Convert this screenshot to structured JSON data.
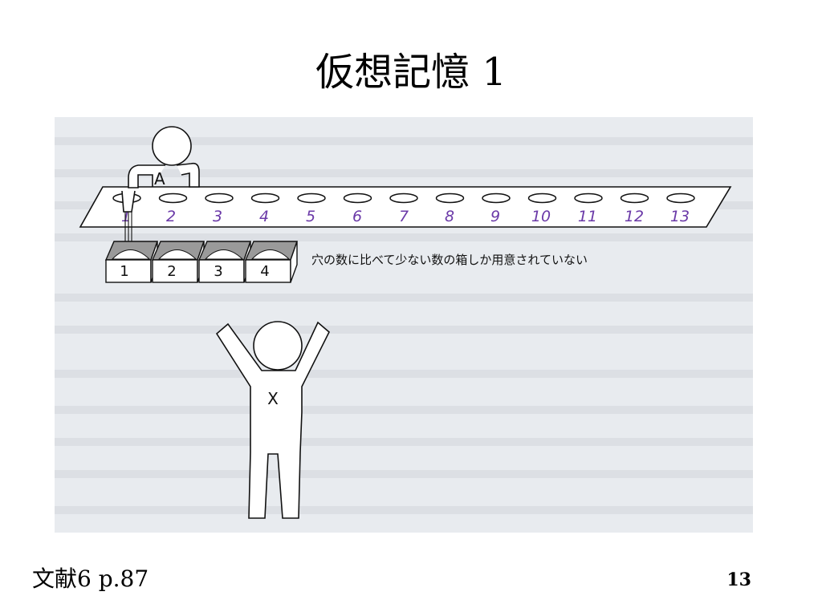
{
  "title": "仮想記憶 1",
  "figure": {
    "slots": [
      "1",
      "2",
      "3",
      "4",
      "5",
      "6",
      "7",
      "8",
      "9",
      "10",
      "11",
      "12",
      "13"
    ],
    "boxes": [
      "1",
      "2",
      "3",
      "4"
    ],
    "person_a_label": "A",
    "person_x_label": "X",
    "caption": "穴の数に比べて少ない数の箱しか用意されていない",
    "colors": {
      "slot_number": "#6b3aa8",
      "figure_bg": "#e8ebef",
      "box_shade": "#9a9a9a"
    }
  },
  "reference": "文献6 p.87",
  "page_number": "13"
}
